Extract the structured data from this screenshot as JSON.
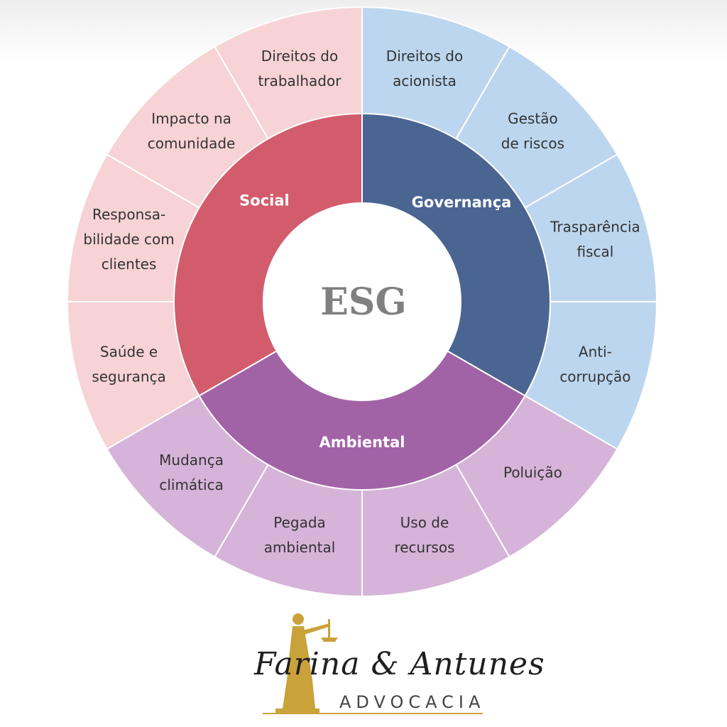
{
  "center": {
    "label": "ESG"
  },
  "categories": [
    {
      "label": "Social",
      "color": "#d35c6c",
      "leaf_color": "#f7d3d5",
      "leaves": [
        {
          "lines": [
            "Saúde e",
            "segurança"
          ]
        },
        {
          "lines": [
            "Responsa-",
            "bilidade com",
            "clientes"
          ]
        },
        {
          "lines": [
            "Impacto na",
            "comunidade"
          ]
        },
        {
          "lines": [
            "Direitos do",
            "trabalhador"
          ]
        }
      ]
    },
    {
      "label": "Governança",
      "color": "#4a6592",
      "leaf_color": "#bdd6ef",
      "leaves": [
        {
          "lines": [
            "Direitos do",
            "acionista"
          ]
        },
        {
          "lines": [
            "Gestão",
            "de riscos"
          ]
        },
        {
          "lines": [
            "Trasparência",
            "fiscal"
          ]
        },
        {
          "lines": [
            "Anti-",
            "corrupção"
          ]
        }
      ]
    },
    {
      "label": "Ambiental",
      "color": "#a262a6",
      "leaf_color": "#d6b3d8",
      "leaves": [
        {
          "lines": [
            "Poluição"
          ]
        },
        {
          "lines": [
            "Uso de",
            "recursos"
          ]
        },
        {
          "lines": [
            "Pegada",
            "ambiental"
          ]
        },
        {
          "lines": [
            "Mudança",
            "climática"
          ]
        }
      ]
    }
  ],
  "logo": {
    "brand": "Farina & Antunes",
    "tagline": "ADVOCACIA",
    "accent_color": "#c9a23a"
  }
}
